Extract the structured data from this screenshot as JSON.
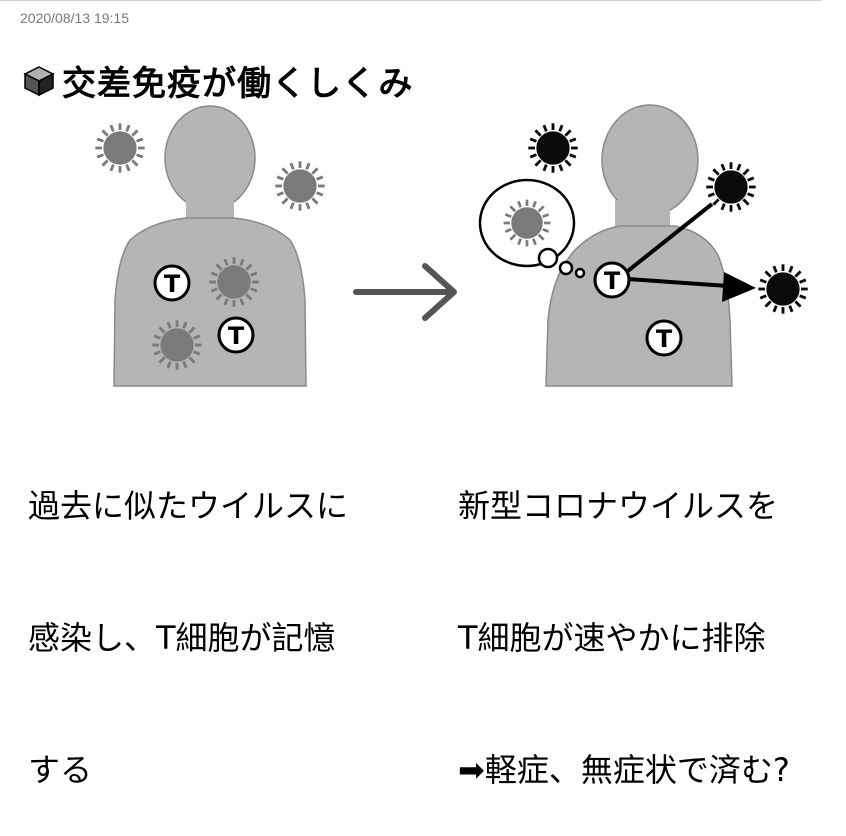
{
  "header": {
    "timestamp": "2020/08/13 19:15",
    "title": "交差免疫が働くしくみ"
  },
  "diagram": {
    "t_cell_label": "T",
    "left_caption": [
      "過去に似たウイルスに",
      "感染し、T細胞が記憶",
      "する"
    ],
    "right_caption": [
      "新型コロナウイルスを",
      "T細胞が速やかに排除",
      "➡軽症、無症状で済む?"
    ],
    "colors": {
      "body": "#b5b5b5",
      "past_virus": "#7a7a7a",
      "new_virus": "#0a0a0a",
      "arrow": "#555555"
    },
    "icons": [
      "cube-icon",
      "virus-icon",
      "t-cell-icon",
      "arrow-icon",
      "thought-bubble-icon"
    ]
  }
}
